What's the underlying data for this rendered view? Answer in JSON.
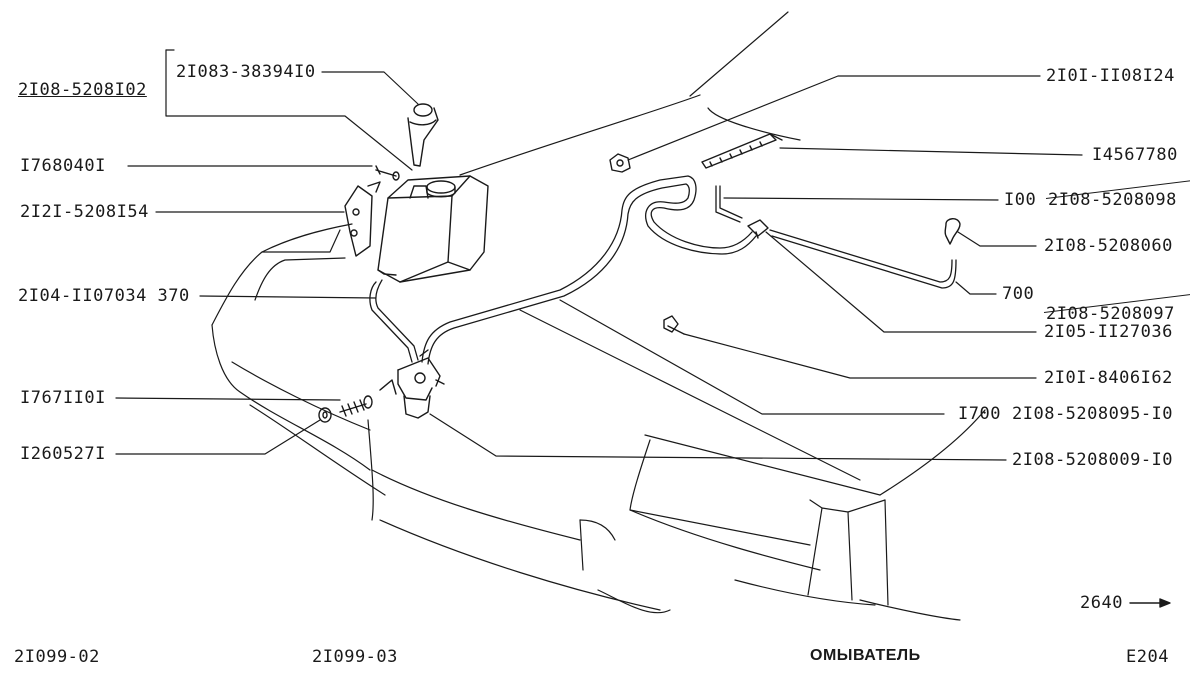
{
  "labels": {
    "group_code": "2I08-5208I02",
    "cap": "2I083-38394I0",
    "screw_tank": "I768040I",
    "bracket": "2I2I-5208I54",
    "hose_short": "2I04-II07034 370",
    "screw_pump": "I767II0I",
    "nut": "I260527I",
    "plug": "2I0I-II08I24",
    "tie": "I4567780",
    "hose_100_len": "I00",
    "hose_100_code": "2I08-5208098",
    "nozzle": "2I08-5208060",
    "hose_700_len": "700",
    "hose_700_code": "2I08-5208097",
    "tee": "2I05-II27036",
    "clip": "2I0I-8406I62",
    "hose_1700_len": "I700",
    "hose_1700_code": "2I08-5208095-I0",
    "pump": "2I08-5208009-I0",
    "next_page": "2640"
  },
  "footer": {
    "model_left": "2I099-02",
    "model_center": "2I099-03",
    "title": "ОМЫВАТЕЛЬ",
    "page": "E204"
  }
}
